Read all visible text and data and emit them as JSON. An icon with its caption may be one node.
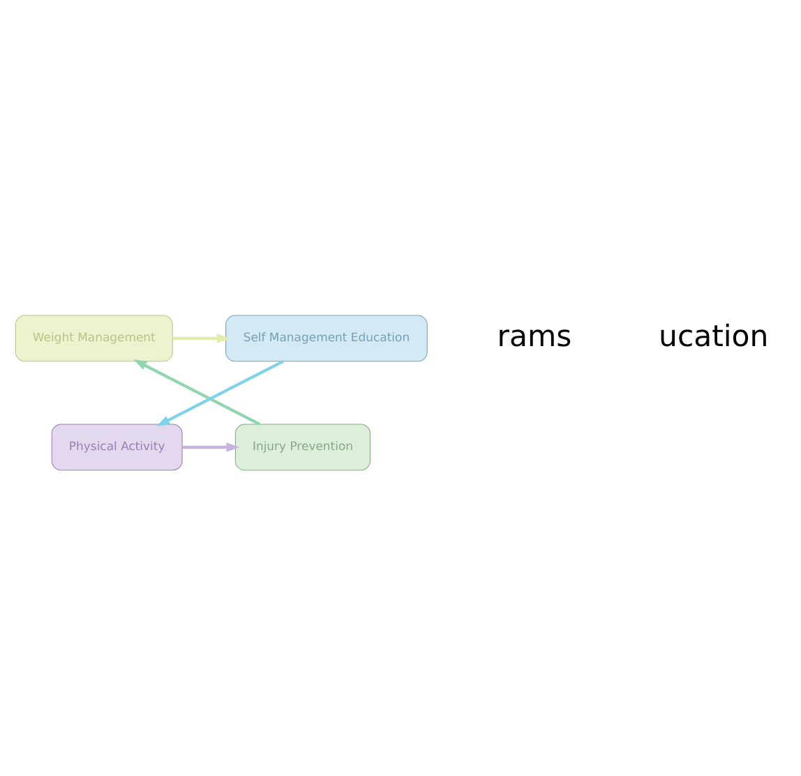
{
  "diagram": {
    "nodes": [
      {
        "text": [
          "Weight Management"
        ]
      },
      {
        "text": [
          "Self Management Education"
        ]
      },
      {
        "text": [
          "Physical Activity"
        ]
      },
      {
        "text": [
          "Injury Prevention"
        ]
      }
    ],
    "edges": [
      {
        "from": 0,
        "to": 1,
        "arrow": "to",
        "color": "#e3eca8"
      },
      {
        "from": 1,
        "to": 2,
        "arrow": "to",
        "color": "#7fd3e6"
      },
      {
        "from": 2,
        "to": 3,
        "arrow": "to",
        "color": "#c8b2de"
      },
      {
        "from": 3,
        "to": 0,
        "arrow": "to",
        "color": "#8fd6b0"
      }
    ],
    "labels": [
      "rams",
      "ucation"
    ]
  }
}
